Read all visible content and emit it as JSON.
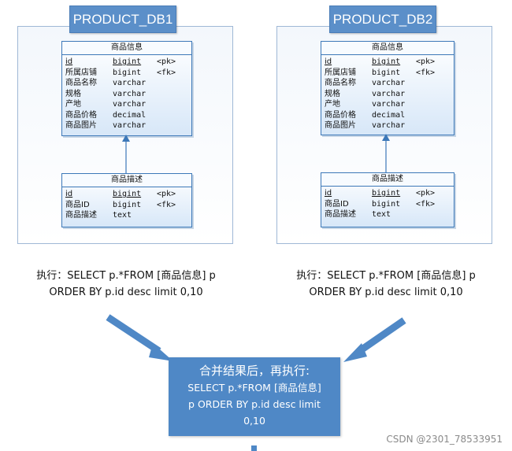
{
  "databases": [
    {
      "title": "PRODUCT_DB1",
      "entities": {
        "info": {
          "name": "商品信息",
          "rows": [
            {
              "field": "id",
              "type": "bigint",
              "key": "<pk>",
              "underline": true
            },
            {
              "field": "所属店铺",
              "type": "bigint",
              "key": "<fk>",
              "underline": false
            },
            {
              "field": "商品名称",
              "type": "varchar",
              "key": "",
              "underline": false
            },
            {
              "field": "规格",
              "type": "varchar",
              "key": "",
              "underline": false
            },
            {
              "field": "产地",
              "type": "varchar",
              "key": "",
              "underline": false
            },
            {
              "field": "商品价格",
              "type": "decimal",
              "key": "",
              "underline": false
            },
            {
              "field": "商品图片",
              "type": "varchar",
              "key": "",
              "underline": false
            }
          ]
        },
        "desc": {
          "name": "商品描述",
          "rows": [
            {
              "field": "id",
              "type": "bigint",
              "key": "<pk>",
              "underline": true
            },
            {
              "field": "商品ID",
              "type": "bigint",
              "key": "<fk>",
              "underline": false
            },
            {
              "field": "商品描述",
              "type": "text",
              "key": "",
              "underline": false
            }
          ]
        }
      },
      "note": [
        "执行：SELECT p.*FROM [商品信息] p",
        "ORDER BY p.id desc limit 0,10"
      ]
    },
    {
      "title": "PRODUCT_DB2",
      "entities": {
        "info": {
          "name": "商品信息",
          "rows": [
            {
              "field": "id",
              "type": "bigint",
              "key": "<pk>",
              "underline": true
            },
            {
              "field": "所属店铺",
              "type": "bigint",
              "key": "<fk>",
              "underline": false
            },
            {
              "field": "商品名称",
              "type": "varchar",
              "key": "",
              "underline": false
            },
            {
              "field": "规格",
              "type": "varchar",
              "key": "",
              "underline": false
            },
            {
              "field": "产地",
              "type": "varchar",
              "key": "",
              "underline": false
            },
            {
              "field": "商品价格",
              "type": "decimal",
              "key": "",
              "underline": false
            },
            {
              "field": "商品图片",
              "type": "varchar",
              "key": "",
              "underline": false
            }
          ]
        },
        "desc": {
          "name": "商品描述",
          "rows": [
            {
              "field": "id",
              "type": "bigint",
              "key": "<pk>",
              "underline": true
            },
            {
              "field": "商品ID",
              "type": "bigint",
              "key": "<fk>",
              "underline": false
            },
            {
              "field": "商品描述",
              "type": "text",
              "key": "",
              "underline": false
            }
          ]
        }
      },
      "note": [
        "执行：SELECT p.*FROM [商品信息] p",
        "ORDER BY p.id desc limit 0,10"
      ]
    }
  ],
  "result": {
    "title": "合并结果后，再执行:",
    "lines": [
      "SELECT p.*FROM [商品信息]",
      "p ORDER BY p.id desc limit",
      "0,10"
    ]
  },
  "watermark": "CSDN @2301_78533951",
  "colors": {
    "title_bg": "#5b8fc9",
    "result_bg": "#4f88c6",
    "arrow": "#4f88c6",
    "entity_border": "#3c78b8"
  }
}
